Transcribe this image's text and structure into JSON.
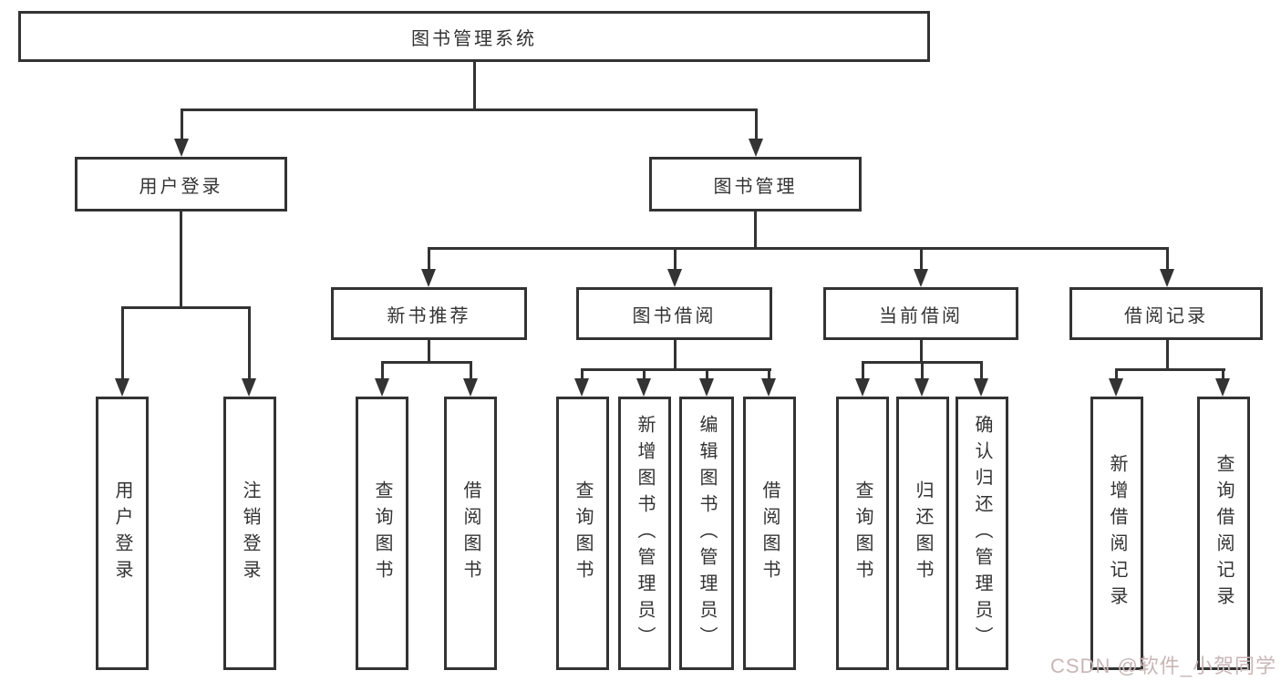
{
  "diagram": {
    "nodes": {
      "root": "图书管理系统",
      "user_login": "用户登录",
      "book_mgmt": "图书管理",
      "new_book_rec": "新书推荐",
      "book_borrow": "图书借阅",
      "current_borrow": "当前借阅",
      "borrow_records": "借阅记录",
      "user_login_leaf": "用户登录",
      "logout_leaf": "注销登录",
      "nbr_query": "查询图书",
      "nbr_borrow": "借阅图书",
      "bb_query": "查询图书",
      "bb_add": "新增图书（管理员）",
      "bb_edit": "编辑图书（管理员）",
      "bb_borrow": "借阅图书",
      "cb_query": "查询图书",
      "cb_return": "归还图书",
      "cb_confirm": "确认归还（管理员）",
      "br_add": "新增借阅记录",
      "br_query": "查询借阅记录"
    },
    "colors": {
      "line": "#333333",
      "box_background": "#ffffff",
      "watermark": "#c9b6b6"
    }
  },
  "watermark": {
    "text": "CSDN @软件_小贺同学"
  }
}
